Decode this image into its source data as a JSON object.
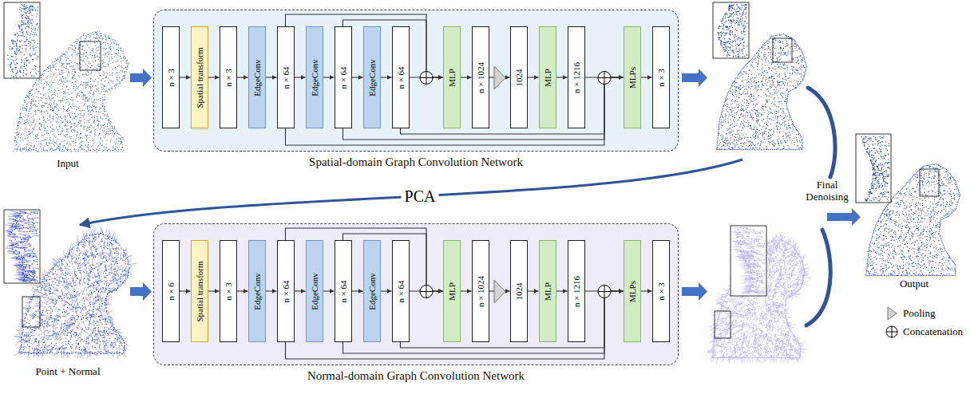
{
  "diagram": {
    "nodes": [
      {
        "text": [
          "Spatial-domain Graph Convolution Network"
        ]
      },
      {
        "text": [
          "n × 3"
        ],
        "in": 0
      },
      {
        "text": [
          "Spatial transform"
        ],
        "in": 0
      },
      {
        "text": [
          "n × 3"
        ],
        "in": 0
      },
      {
        "text": [
          "EdgeConv"
        ],
        "in": 0
      },
      {
        "text": [
          "n × 64"
        ],
        "in": 0
      },
      {
        "text": [
          "EdgeConv"
        ],
        "in": 0
      },
      {
        "text": [
          "n × 64"
        ],
        "in": 0
      },
      {
        "text": [
          "EdgeConv"
        ],
        "in": 0
      },
      {
        "text": [
          "n × 64"
        ],
        "in": 0
      },
      {
        "text": [
          "MLP"
        ],
        "in": 0
      },
      {
        "text": [
          "n × 1024"
        ],
        "in": 0
      },
      {
        "text": [
          "1024"
        ],
        "in": 0
      },
      {
        "text": [
          "MLP"
        ],
        "in": 0
      },
      {
        "text": [
          "n × 1216"
        ],
        "in": 0
      },
      {
        "text": [
          "MLPs"
        ],
        "in": 0
      },
      {
        "text": [
          "n × 3"
        ],
        "in": 0
      },
      {
        "text": [
          "Normal-domain Graph Convolution Network"
        ]
      },
      {
        "text": [
          "n × 6"
        ],
        "in": 17
      },
      {
        "text": [
          "Spatial transform"
        ],
        "in": 17
      },
      {
        "text": [
          "n × 3"
        ],
        "in": 17
      },
      {
        "text": [
          "EdgeConv"
        ],
        "in": 17
      },
      {
        "text": [
          "n × 64"
        ],
        "in": 17
      },
      {
        "text": [
          "EdgeConv"
        ],
        "in": 17
      },
      {
        "text": [
          "n × 64"
        ],
        "in": 17
      },
      {
        "text": [
          "EdgeConv"
        ],
        "in": 17
      },
      {
        "text": [
          "n × 64"
        ],
        "in": 17
      },
      {
        "text": [
          "MLP"
        ],
        "in": 17
      },
      {
        "text": [
          "n × 1024"
        ],
        "in": 17
      },
      {
        "text": [
          "1024"
        ],
        "in": 17
      },
      {
        "text": [
          "MLP"
        ],
        "in": 17
      },
      {
        "text": [
          "n × 1216"
        ],
        "in": 17
      },
      {
        "text": [
          "MLPs"
        ],
        "in": 17
      },
      {
        "text": [
          "n × 3"
        ],
        "in": 17
      }
    ],
    "edges": [
      {
        "from": 1,
        "to": 2,
        "arrow": "to"
      },
      {
        "from": 2,
        "to": 3,
        "arrow": "to"
      },
      {
        "from": 3,
        "to": 4,
        "arrow": "to"
      },
      {
        "from": 4,
        "to": 5,
        "arrow": "to"
      },
      {
        "from": 5,
        "to": 6,
        "arrow": "to"
      },
      {
        "from": 6,
        "to": 7,
        "arrow": "to"
      },
      {
        "from": 7,
        "to": 8,
        "arrow": "to"
      },
      {
        "from": 8,
        "to": 9,
        "arrow": "to"
      },
      {
        "from": 9,
        "to": 10,
        "arrow": "to"
      },
      {
        "from": 5,
        "to": 10,
        "arrow": "to"
      },
      {
        "from": 7,
        "to": 10,
        "arrow": "to"
      },
      {
        "from": 10,
        "to": 11,
        "arrow": "to"
      },
      {
        "from": 11,
        "to": 12,
        "arrow": "to"
      },
      {
        "from": 12,
        "to": 13,
        "arrow": "to"
      },
      {
        "from": 13,
        "to": 14,
        "arrow": "to"
      },
      {
        "from": 14,
        "to": 15,
        "arrow": "to"
      },
      {
        "from": 5,
        "to": 15,
        "arrow": "to"
      },
      {
        "from": 7,
        "to": 15,
        "arrow": "to"
      },
      {
        "from": 9,
        "to": 15,
        "arrow": "to"
      },
      {
        "from": 15,
        "to": 16,
        "arrow": "to"
      },
      {
        "from": 18,
        "to": 19,
        "arrow": "to"
      },
      {
        "from": 19,
        "to": 20,
        "arrow": "to"
      },
      {
        "from": 20,
        "to": 21,
        "arrow": "to"
      },
      {
        "from": 21,
        "to": 22,
        "arrow": "to"
      },
      {
        "from": 22,
        "to": 23,
        "arrow": "to"
      },
      {
        "from": 23,
        "to": 24,
        "arrow": "to"
      },
      {
        "from": 24,
        "to": 25,
        "arrow": "to"
      },
      {
        "from": 25,
        "to": 26,
        "arrow": "to"
      },
      {
        "from": 26,
        "to": 27,
        "arrow": "to"
      },
      {
        "from": 22,
        "to": 27,
        "arrow": "to"
      },
      {
        "from": 24,
        "to": 27,
        "arrow": "to"
      },
      {
        "from": 27,
        "to": 28,
        "arrow": "to"
      },
      {
        "from": 28,
        "to": 29,
        "arrow": "to"
      },
      {
        "from": 29,
        "to": 30,
        "arrow": "to"
      },
      {
        "from": 30,
        "to": 31,
        "arrow": "to"
      },
      {
        "from": 31,
        "to": 32,
        "arrow": "to"
      },
      {
        "from": 22,
        "to": 32,
        "arrow": "to"
      },
      {
        "from": 24,
        "to": 32,
        "arrow": "to"
      },
      {
        "from": 26,
        "to": 32,
        "arrow": "to"
      },
      {
        "from": 32,
        "to": 33,
        "arrow": "to"
      }
    ],
    "labels": [
      "Input",
      "PCA",
      "Point + Normal",
      "Final Denoising",
      "Output"
    ],
    "legend": [
      {
        "text": "Pooling"
      },
      {
        "text": "Concatenation"
      }
    ]
  }
}
